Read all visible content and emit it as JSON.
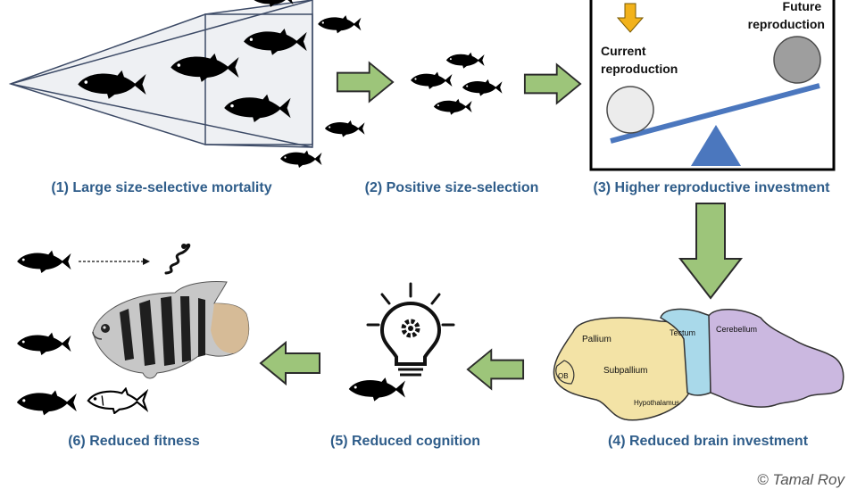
{
  "steps": [
    {
      "label": "(1) Large size-selective mortality"
    },
    {
      "label": "(2) Positive size-selection"
    },
    {
      "label": "(3) Higher reproductive investment"
    },
    {
      "label": "(4) Reduced brain investment"
    },
    {
      "label": "(5) Reduced cognition"
    },
    {
      "label": "(6) Reduced fitness"
    }
  ],
  "tradeoff": {
    "current": "Current reproduction",
    "future": "Future reproduction"
  },
  "brain": {
    "regions": [
      "Pallium",
      "Subpallium",
      "OB",
      "Hypothalamus",
      "Tectum",
      "Cerebellum"
    ]
  },
  "credit": "© Tamal Roy",
  "colors": {
    "arrow_green": "#9dc57a",
    "arrow_outline": "#2b2b2b",
    "caption_blue": "#2f5d8a",
    "down_arrow_orange": "#f2b21b",
    "lever_blue": "#4b77be",
    "brain_yellow": "#f3e3a6",
    "brain_blue": "#a9d9ea",
    "brain_purple": "#cbb8e0"
  }
}
